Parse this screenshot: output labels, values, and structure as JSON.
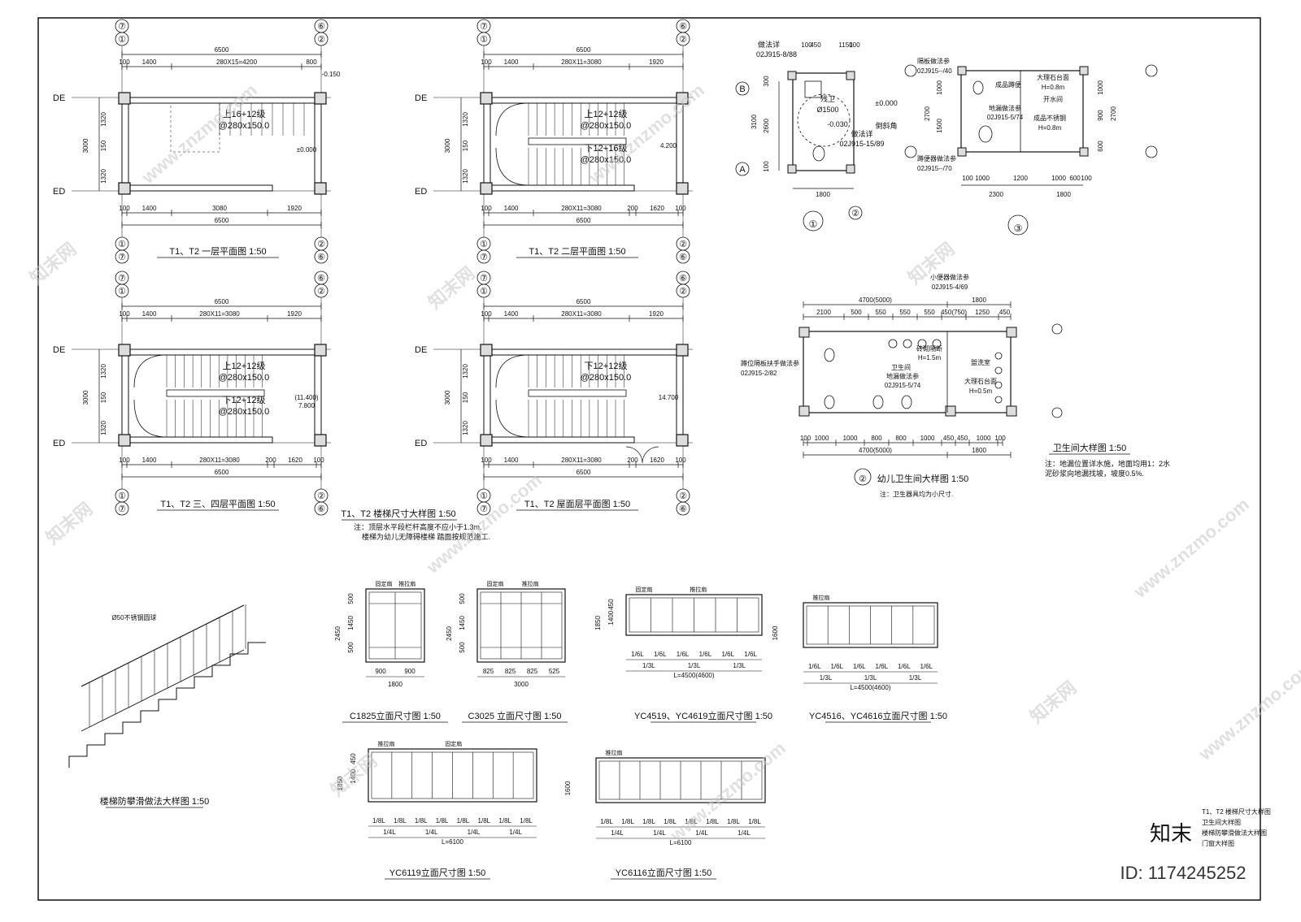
{
  "stair_plans": [
    {
      "title": "T1、T2 一层平面图",
      "scale": "1:50",
      "overall": "6500",
      "top_dims": [
        "100",
        "1400",
        "280X15=4200",
        "800"
      ],
      "bottom_dims": [
        "100",
        "1400",
        "3080",
        "1920"
      ],
      "side_dims": [
        "3000",
        "1320",
        "150",
        "1320"
      ],
      "notes": [
        "上16+12级",
        "@280x150.0"
      ],
      "levels": [
        "-0.150",
        "±0.000"
      ]
    },
    {
      "title": "T1、T2 二层平面图",
      "scale": "1:50",
      "overall": "6500",
      "top_dims": [
        "100",
        "1400",
        "280X11=3080",
        "1920"
      ],
      "bottom_dims": [
        "100",
        "1400",
        "280X11=3080",
        "200",
        "1620",
        "100"
      ],
      "side_dims": [
        "3000",
        "1320",
        "150",
        "1320"
      ],
      "notes": [
        "上12+12级",
        "@280x150.0",
        "下12+16级",
        "@280x150.0"
      ],
      "levels": [
        "4.200"
      ]
    },
    {
      "title": "T1、T2 三、四层平面图",
      "scale": "1:50",
      "overall": "6500",
      "top_dims": [
        "100",
        "1400",
        "280X11=3080",
        "1920"
      ],
      "bottom_dims": [
        "100",
        "1400",
        "280X11=3080",
        "200",
        "1620",
        "100"
      ],
      "side_dims": [
        "3000",
        "1320",
        "150",
        "1320"
      ],
      "notes": [
        "上12+12级",
        "@280x150.0",
        "下12+12级",
        "@280x150.0"
      ],
      "levels": [
        "(11.400)",
        "7.800"
      ]
    },
    {
      "title": "T1、T2 屋面层平面图",
      "scale": "1:50",
      "overall": "6500",
      "top_dims": [
        "100",
        "1400",
        "280X11=3080",
        "1920"
      ],
      "bottom_dims": [
        "100",
        "1400",
        "280X11=3080",
        "200",
        "1620",
        "100"
      ],
      "side_dims": [
        "3000",
        "1320",
        "150",
        "1320"
      ],
      "notes": [
        "下12+12级",
        "@280x150.0"
      ],
      "levels": [
        "14.700"
      ]
    }
  ],
  "axis_labels": {
    "left_a": "⑦",
    "left_b": "①",
    "right_a": "⑥",
    "right_b": "②",
    "row_top": "DE",
    "row_bottom": "ED"
  },
  "stair_caption": {
    "title": "T1、T2 楼梯尺寸大样图",
    "scale": "1:50",
    "note1": "注：顶层水平段栏杆高度不应小于1.3m.",
    "note2": "楼梯为幼儿无障碍楼梯 踏面按规范施工."
  },
  "toilet1": {
    "labels": [
      "做法详",
      "02J915-8/88",
      "残卫",
      "Ø1500",
      "-0.030",
      "±0.000",
      "倒斜角",
      "做法详",
      "02J915-15/89"
    ],
    "dims": [
      "100",
      "450",
      "1150",
      "100",
      "300",
      "2600",
      "3100",
      "100",
      "1800"
    ],
    "rows": [
      "B",
      "A"
    ],
    "num": "①",
    "axis": "②"
  },
  "toilet3": {
    "labels": [
      "隔板做法参",
      "02J915--/40",
      "成品蹲便",
      "大理石台面",
      "H=0.8m",
      "开水间",
      "地漏做法参",
      "02J915-5/74",
      "成品不锈钢",
      "H=0.8m",
      "蹲便器做法参",
      "02J915--/70"
    ],
    "dims": [
      "1000",
      "1500",
      "2700",
      "100",
      "1000",
      "1200",
      "1000",
      "600",
      "100",
      "2300",
      "1800",
      "1000",
      "900",
      "2700",
      "600"
    ],
    "num": "③"
  },
  "toilet2": {
    "title": "幼儿卫生间大样图",
    "scale": "1:50",
    "num": "②",
    "note": "注：卫生器具均为小尺寸.",
    "labels": [
      "小便器做法参",
      "02J915-4/69",
      "砖砌隔断",
      "H=1.5m",
      "卫生间",
      "地漏做法参",
      "02J915-5/74",
      "盥洗室",
      "大理石台面",
      "H=0.5m",
      "蹲位隔板扶手做法参",
      "02J915-2/82"
    ],
    "top_dims": [
      "4700(5000)",
      "1800",
      "2100",
      "500",
      "550",
      "550",
      "550",
      "450(750)",
      "1250",
      "450"
    ],
    "bottom_dims": [
      "100",
      "1000",
      "1000",
      "800",
      "800",
      "1000",
      "450",
      "450",
      "1000",
      "100",
      "4700(5000)",
      "1800"
    ]
  },
  "toilet_main": {
    "title": "卫生间大样图",
    "scale": "1:50",
    "note1": "注：地漏位置详水施，地面均用1：2水",
    "note2": "泥砂浆向地漏找坡，坡度0.5%."
  },
  "rail_detail": {
    "title": "楼梯防攀滑做法大样图",
    "scale": "1:50",
    "label": "Ø50不锈钢圆球"
  },
  "windows": [
    {
      "title": "C1825立面尺寸图",
      "scale": "1:50",
      "labels": [
        "固定扇",
        "推拉扇"
      ],
      "heights": [
        "2450",
        "500",
        "1450",
        "500"
      ],
      "widths": [
        "900",
        "900",
        "1800"
      ]
    },
    {
      "title": "C3025 立面尺寸图",
      "scale": "1:50",
      "labels": [
        "固定扇",
        "推拉扇"
      ],
      "heights": [
        "2450",
        "500",
        "1450",
        "500"
      ],
      "widths": [
        "825",
        "825",
        "825",
        "525",
        "3000"
      ]
    },
    {
      "title": "YC4519、YC4619立面尺寸图",
      "scale": "1:50",
      "labels": [
        "固定扇",
        "推拉扇"
      ],
      "heights": [
        "1850",
        "450",
        "1400"
      ],
      "widths": [
        "1/6L",
        "1/6L",
        "1/6L",
        "1/6L",
        "1/6L",
        "1/6L",
        "1/3L",
        "1/3L",
        "1/3L",
        "L=4500(4600)"
      ]
    },
    {
      "title": "YC4516、YC4616立面尺寸图",
      "scale": "1:50",
      "labels": [
        "推拉扇"
      ],
      "heights": [
        "1600"
      ],
      "widths": [
        "1/6L",
        "1/6L",
        "1/6L",
        "1/6L",
        "1/6L",
        "1/6L",
        "1/3L",
        "1/3L",
        "1/3L",
        "L=4500(4600)"
      ]
    },
    {
      "title": "YC6119立面尺寸图",
      "scale": "1:50",
      "labels": [
        "推拉扇",
        "固定扇"
      ],
      "heights": [
        "1850",
        "450",
        "1400"
      ],
      "widths": [
        "1/8L",
        "1/8L",
        "1/8L",
        "1/8L",
        "1/8L",
        "1/8L",
        "1/8L",
        "1/8L",
        "1/4L",
        "1/4L",
        "1/4L",
        "1/4L",
        "L=6100"
      ]
    },
    {
      "title": "YC6116立面尺寸图",
      "scale": "1:50",
      "labels": [
        "推拉扇"
      ],
      "heights": [
        "1600"
      ],
      "widths": [
        "1/8L",
        "1/8L",
        "1/8L",
        "1/8L",
        "1/8L",
        "1/8L",
        "1/8L",
        "1/8L",
        "1/4L",
        "1/4L",
        "1/4L",
        "1/4L",
        "L=6100"
      ]
    }
  ],
  "legend": [
    "T1、T2 楼梯尺寸大样图",
    "卫生间大样图",
    "楼梯防攀滑做法大样图",
    "门窗大样图"
  ],
  "watermark": {
    "site": "www.znzmo.com",
    "brand": "知末网",
    "logo": "知末",
    "id": "ID: 1174245252"
  }
}
